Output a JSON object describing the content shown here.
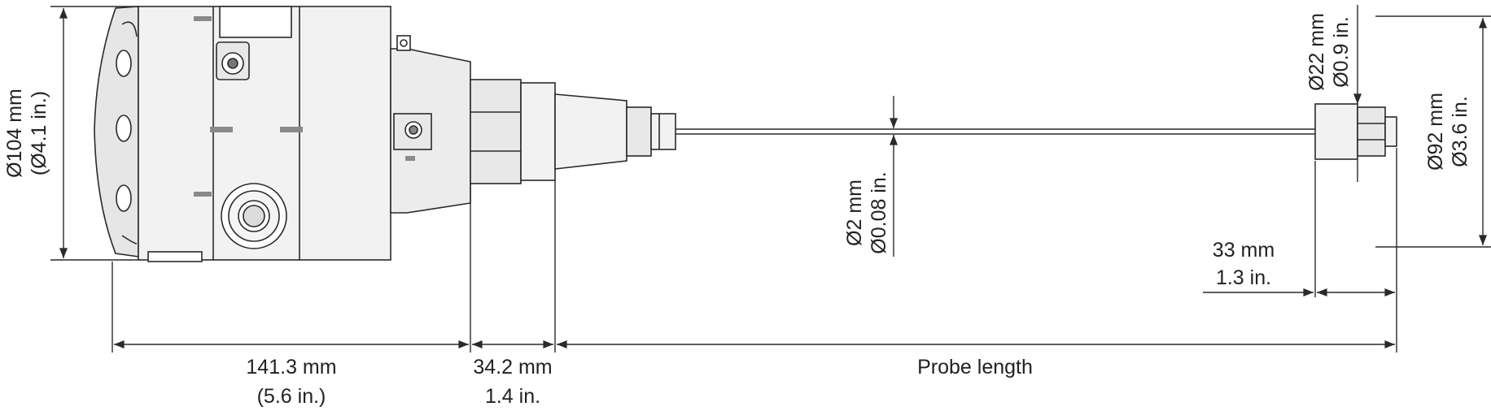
{
  "colors": {
    "line": "#2a2a2a",
    "housing_face": "#f0f0f0",
    "housing_side": "#e2e2e2",
    "mark": "#8a8a8a"
  },
  "dimensions": {
    "housing_dia_mm": "Ø104 mm",
    "housing_dia_in": "(Ø4.1 in.)",
    "housing_len_mm": "141.3 mm",
    "housing_len_in": "(5.6 in.)",
    "fitting_len_mm": "34.2 mm",
    "fitting_len_in": "1.4 in.",
    "probe_length": "Probe length",
    "rod_dia_mm": "Ø2 mm",
    "rod_dia_in": "Ø0.08 in.",
    "tip_dia_mm": "Ø22 mm",
    "tip_dia_in": "Ø0.9 in.",
    "disc_dia_mm": "Ø92 mm",
    "disc_dia_in": "Ø3.6 in.",
    "tip_len_mm": "33 mm",
    "tip_len_in": "1.3 in."
  }
}
